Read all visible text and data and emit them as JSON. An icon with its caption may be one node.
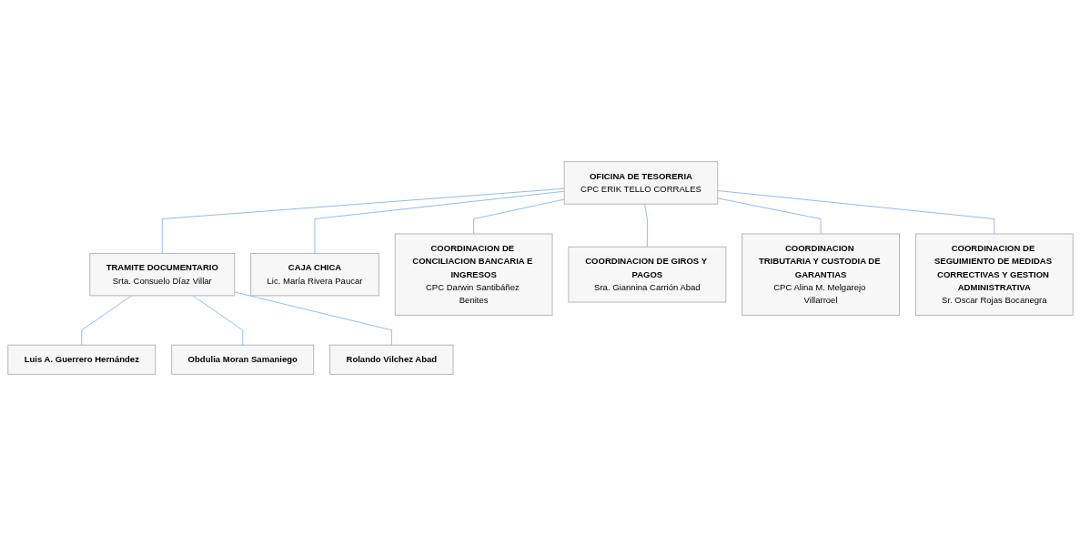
{
  "diagram": {
    "nodes": [
      {
        "text": [
          "OFICINA DE TESORERIA",
          "CPC ERIK TELLO CORRALES"
        ]
      },
      {
        "text": [
          "TRAMITE DOCUMENTARIO",
          "Srta. Consuelo Díaz Villar"
        ]
      },
      {
        "text": [
          "CAJA CHICA",
          "Lic. María Rivera Paucar"
        ]
      },
      {
        "text": [
          "Luis A. Guerrero Hernández"
        ]
      },
      {
        "text": [
          "Obdulia Moran Samaniego"
        ]
      },
      {
        "text": [
          "Rolando Vilchez Abad"
        ]
      },
      {
        "text": [
          "COORDINACION DE CONCILIACION BANCARIA E INGRESOS",
          "CPC Darwin Santibáñez Benites"
        ]
      },
      {
        "text": [
          "COORDINACION DE GIROS Y PAGOS",
          "Sra. Giannina Carrión Abad"
        ]
      },
      {
        "text": [
          "COORDINACION TRIBUTARIA Y CUSTODIA DE GARANTIAS",
          "CPC Alina M. Melgarejo Villarroel"
        ]
      },
      {
        "text": [
          "COORDINACION DE SEGUIMIENTO DE MEDIDAS CORRECTIVAS Y GESTION ADMINISTRATIVA",
          "Sr. Oscar Rojas Bocanegra"
        ]
      }
    ],
    "edges": [
      {
        "from": 0,
        "to": 1,
        "arrow": "none"
      },
      {
        "from": 1,
        "to": 3,
        "arrow": "none"
      },
      {
        "from": 1,
        "to": 4,
        "arrow": "none"
      },
      {
        "from": 1,
        "to": 5,
        "arrow": "none"
      },
      {
        "from": 0,
        "to": 2,
        "arrow": "none"
      },
      {
        "from": 0,
        "to": 6,
        "arrow": "none"
      },
      {
        "from": 0,
        "to": 7,
        "arrow": "none"
      },
      {
        "from": 0,
        "to": 8,
        "arrow": "none"
      },
      {
        "from": 0,
        "to": 9,
        "arrow": "none"
      }
    ]
  }
}
